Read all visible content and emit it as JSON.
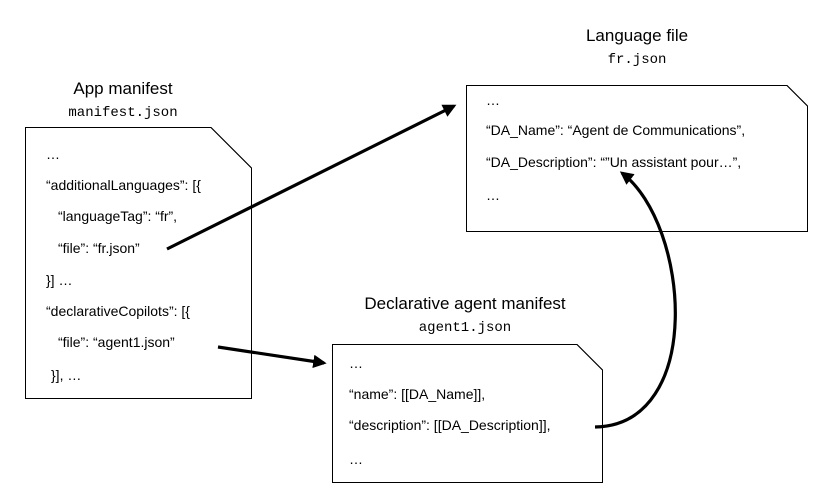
{
  "language_file": {
    "title": "Language file",
    "filename": "fr.json",
    "lines": [
      "…",
      "“DA_Name”: “Agent de Communications”,",
      "“DA_Description”: “”Un assistant pour…”,",
      "…"
    ]
  },
  "app_manifest": {
    "title": "App manifest",
    "filename": "manifest.json",
    "lines": [
      "…",
      "“additionalLanguages”: [{",
      "“languageTag”: “fr”,",
      "“file”: “fr.json”",
      "}] …",
      "“declarativeCopilots”: [{",
      "“file”: “agent1.json”",
      "}], …"
    ]
  },
  "agent_manifest": {
    "title": "Declarative agent manifest",
    "filename": "agent1.json",
    "lines": [
      "…",
      "“name”: [[DA_Name]],",
      "“description”: [[DA_Description]],",
      "…"
    ]
  }
}
